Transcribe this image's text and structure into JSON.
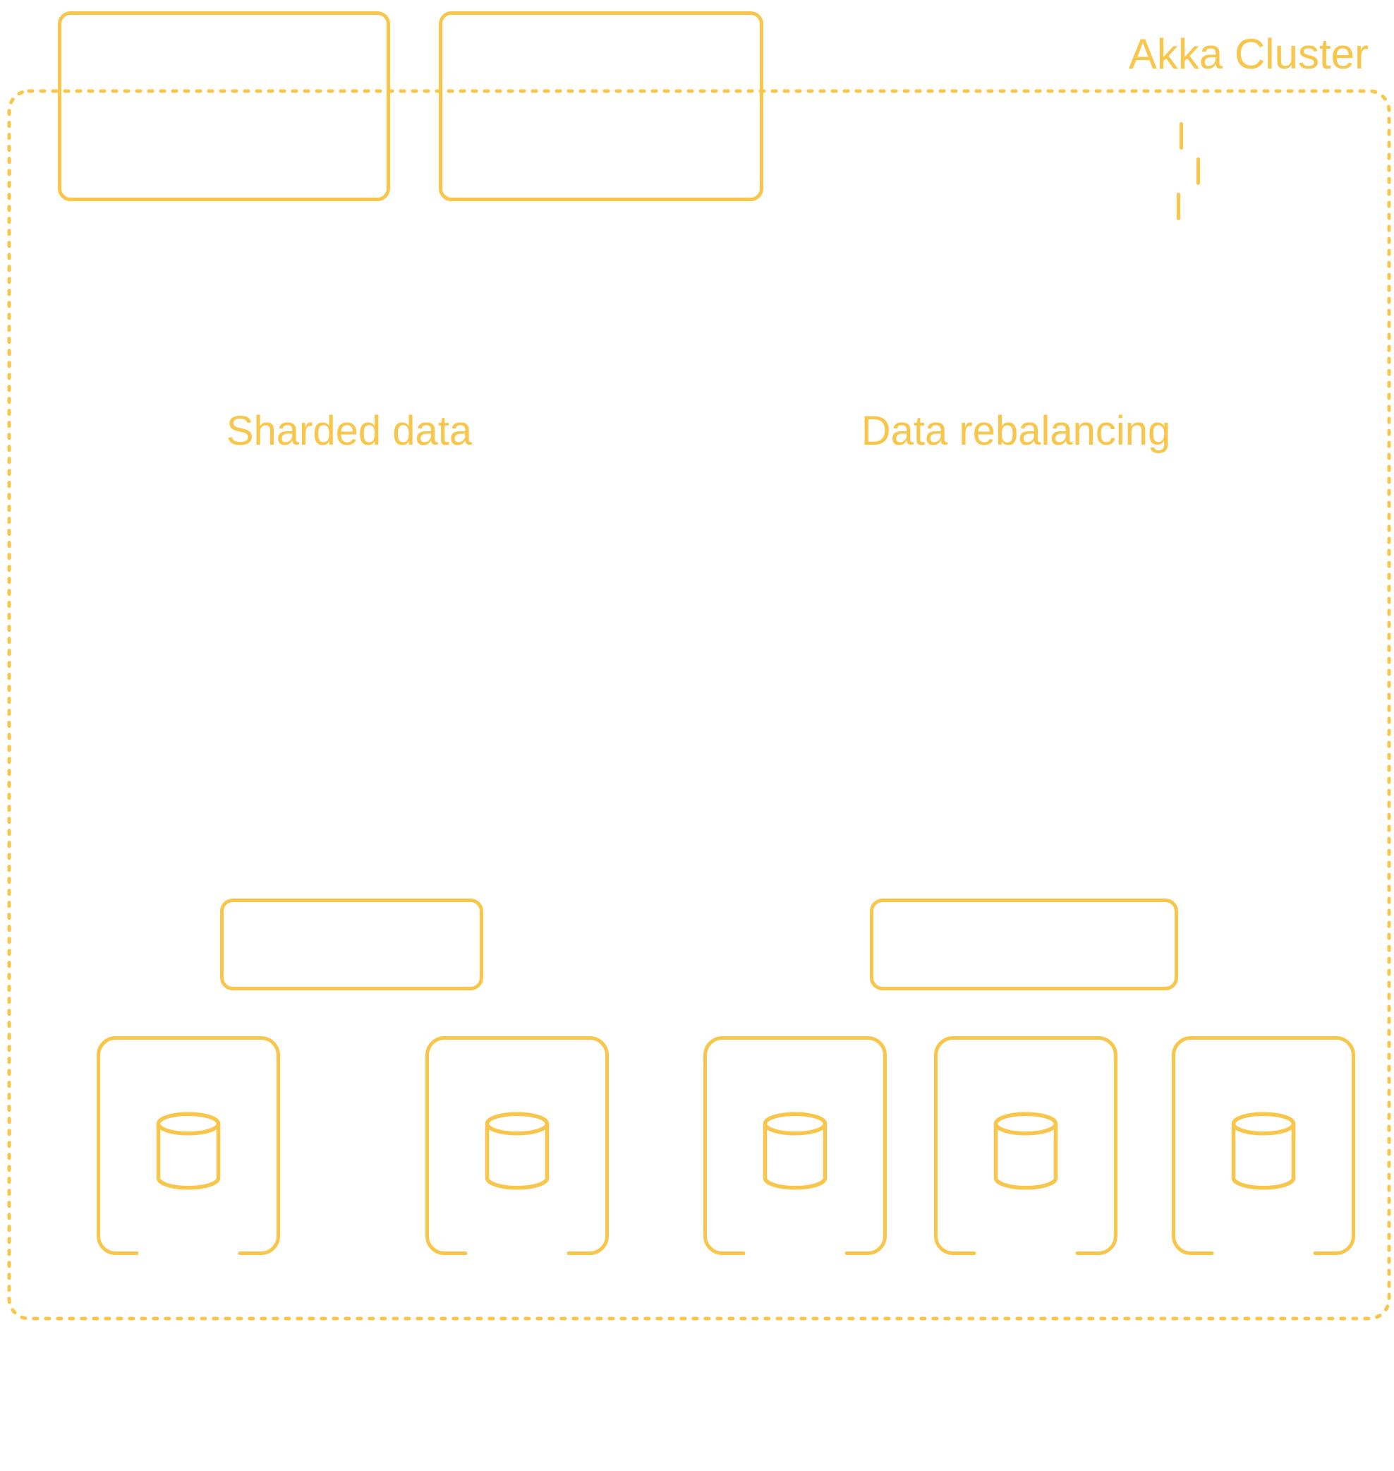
{
  "title": "Akka Cluster",
  "colors": {
    "accent": "#F8C64B"
  },
  "labels": {
    "sharded_data": "Sharded data",
    "data_rebalancing": "Data rebalancing"
  },
  "cluster": {
    "top_box_count": 2,
    "shard_group_box_count": 2,
    "connector_dash_count": 3,
    "node_count": 5,
    "node_icon": "database-cylinder-icon"
  }
}
